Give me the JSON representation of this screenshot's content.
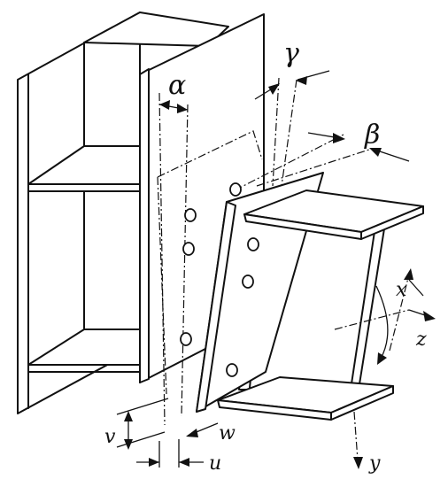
{
  "labels": {
    "alpha": "α",
    "beta": "β",
    "gamma": "γ",
    "x": "x",
    "y": "y",
    "z": "z",
    "u": "u",
    "v": "v",
    "w": "w"
  }
}
